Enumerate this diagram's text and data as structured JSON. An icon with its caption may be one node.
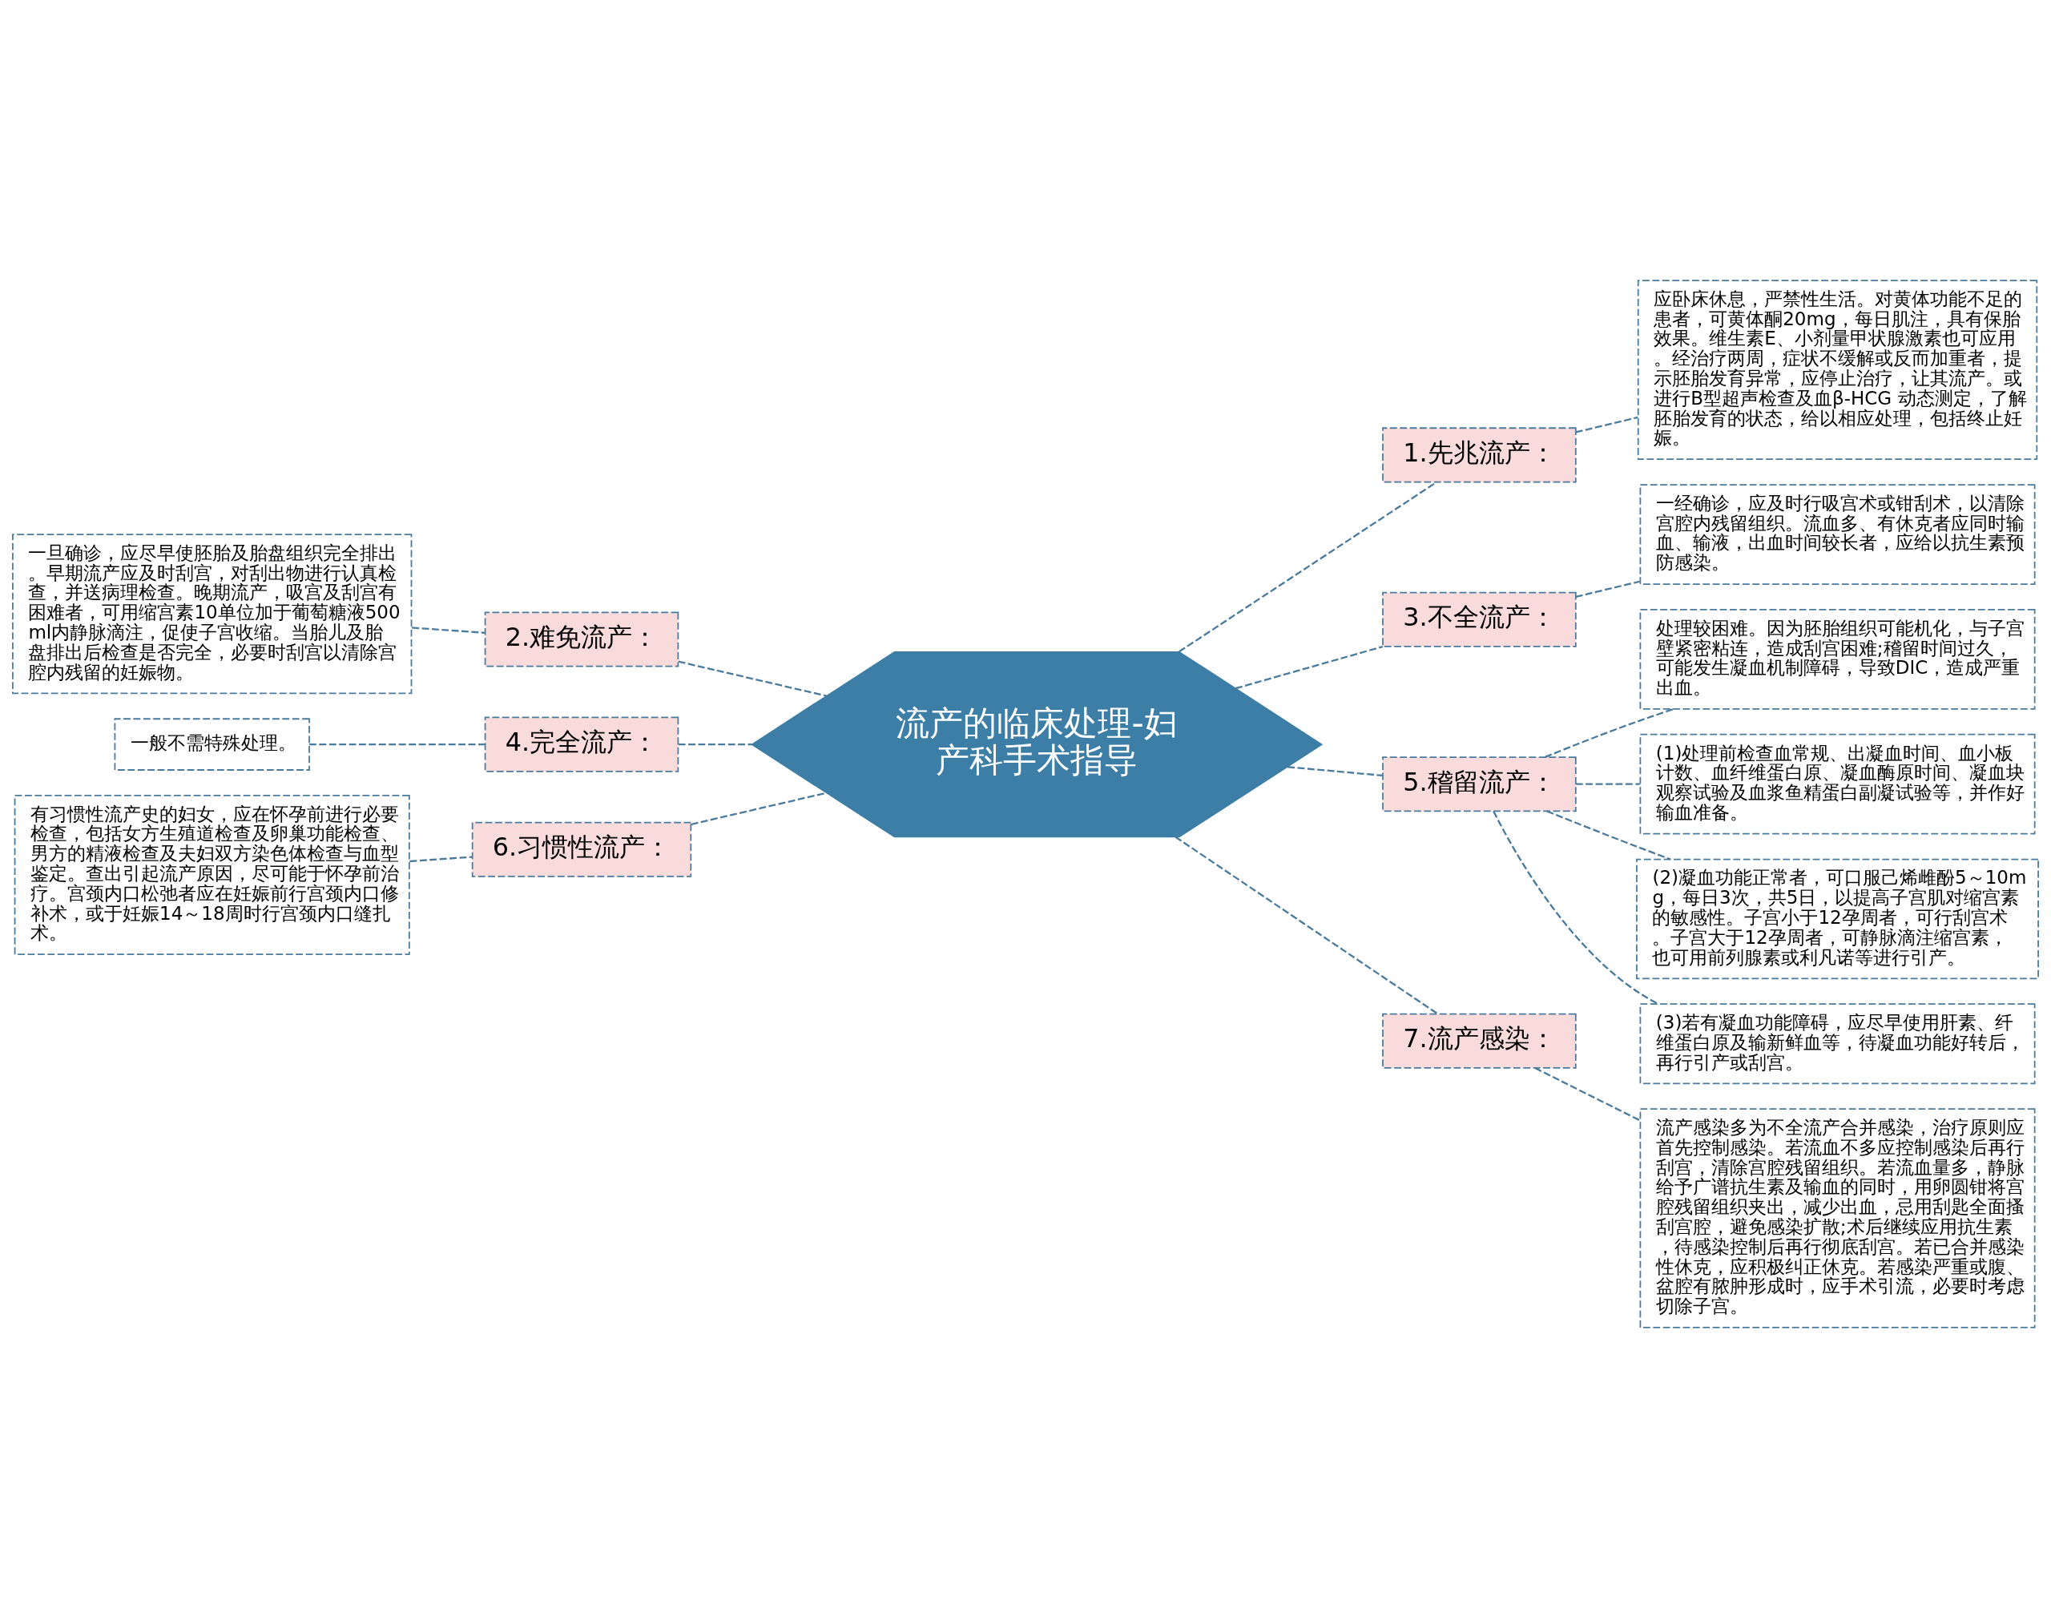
{
  "diagram": {
    "nodes": [
      {
        "text": [
          "流产的临床处理-妇产科手术指导"
        ]
      },
      {
        "text": [
          "1.先兆流产："
        ]
      },
      {
        "text": [
          "应卧床休息，严禁性生活。对黄体功能不足的患者，可黄体酮20mg，每日肌注，具有保胎效果。维生素E、小剂量甲状腺激素也可应用。经治疗两周，症状不缓解或反而加重者，提示胚胎发育异常，应停止治疗，让其流产。或进行B型超声检查及血β-HCG 动态测定，了解胚胎发育的状态，给以相应处理，包括终止妊娠。"
        ]
      },
      {
        "text": [
          "3.不全流产："
        ]
      },
      {
        "text": [
          "一经确诊，应及时行吸宫术或钳刮术，以清除宫腔内残留组织。流血多、有休克者应同时输血、输液，出血时间较长者，应给以抗生素预防感染。"
        ]
      },
      {
        "text": [
          "5.稽留流产："
        ]
      },
      {
        "text": [
          "处理较困难。因为胚胎组织可能机化，与子宫壁紧密粘连，造成刮宫困难;稽留时间过久，可能发生凝血机制障碍，导致DIC，造成严重出血。"
        ]
      },
      {
        "text": [
          "(1)处理前检查血常规、出凝血时间、血小板计数、血纤维蛋白原、凝血酶原时间、凝血块观察试验及血浆鱼精蛋白副凝试验等，并作好输血准备。"
        ]
      },
      {
        "text": [
          "(2)凝血功能正常者，可口服己烯雌酚5～10mg，每日3次，共5日，以提高子宫肌对缩宫素的敏感性。子宫小于12孕周者，可行刮宫术。子宫大于12孕周者，可静脉滴注缩宫素，也可用前列腺素或利凡诺等进行引产。"
        ]
      },
      {
        "text": [
          "(3)若有凝血功能障碍，应尽早使用肝素、纤维蛋白原及输新鲜血等，待凝血功能好转后，再行引产或刮宫。"
        ]
      },
      {
        "text": [
          "7.流产感染："
        ]
      },
      {
        "text": [
          "流产感染多为不全流产合并感染，治疗原则应首先控制感染。若流血不多应控制感染后再行刮宫，清除宫腔残留组织。若流血量多，静脉给予广谱抗生素及输血的同时，用卵圆钳将宫腔残留组织夹出，减少出血，忌用刮匙全面搔刮宫腔，避免感染扩散;术后继续应用抗生素，待感染控制后再行彻底刮宫。若已合并感染性休克，应积极纠正休克。若感染严重或腹、盆腔有脓肿形成时，应手术引流，必要时考虑切除子宫。"
        ]
      },
      {
        "text": [
          "2.难免流产："
        ]
      },
      {
        "text": [
          "一旦确诊，应尽早使胚胎及胎盘组织完全排出。早期流产应及时刮宫，对刮出物进行认真检查，并送病理检查。晚期流产，吸宫及刮宫有困难者，可用缩宫素10单位加于葡萄糖液500ml内静脉滴注，促使子宫收缩。当胎儿及胎盘排出后检查是否完全，必要时刮宫以清除宫腔内残留的妊娠物。"
        ]
      },
      {
        "text": [
          "4.完全流产："
        ]
      },
      {
        "text": [
          "一般不需特殊处理。"
        ]
      },
      {
        "text": [
          "6.习惯性流产："
        ]
      },
      {
        "text": [
          "有习惯性流产史的妇女，应在怀孕前进行必要检查，包括女方生殖道检查及卵巢功能检查、男方的精液检查及夫妇双方染色体检查与血型鉴定。查出引起流产原因，尽可能于怀孕前治疗。宫颈内口松弛者应在妊娠前行宫颈内口修补术，或于妊娠14～18周时行宫颈内口缝扎术。"
        ]
      }
    ],
    "edges": [
      {
        "from": 0,
        "to": 1,
        "arrow": "none"
      },
      {
        "from": 1,
        "to": 2,
        "arrow": "none"
      },
      {
        "from": 0,
        "to": 3,
        "arrow": "none"
      },
      {
        "from": 3,
        "to": 4,
        "arrow": "none"
      },
      {
        "from": 0,
        "to": 5,
        "arrow": "none"
      },
      {
        "from": 5,
        "to": 6,
        "arrow": "none"
      },
      {
        "from": 5,
        "to": 7,
        "arrow": "none"
      },
      {
        "from": 5,
        "to": 8,
        "arrow": "none"
      },
      {
        "from": 5,
        "to": 9,
        "arrow": "none"
      },
      {
        "from": 0,
        "to": 10,
        "arrow": "none"
      },
      {
        "from": 10,
        "to": 11,
        "arrow": "none"
      },
      {
        "from": 0,
        "to": 12,
        "arrow": "none"
      },
      {
        "from": 12,
        "to": 13,
        "arrow": "none"
      },
      {
        "from": 0,
        "to": 14,
        "arrow": "none"
      },
      {
        "from": 14,
        "to": 15,
        "arrow": "none"
      },
      {
        "from": 0,
        "to": 16,
        "arrow": "none"
      },
      {
        "from": 16,
        "to": 17,
        "arrow": "none"
      }
    ]
  }
}
